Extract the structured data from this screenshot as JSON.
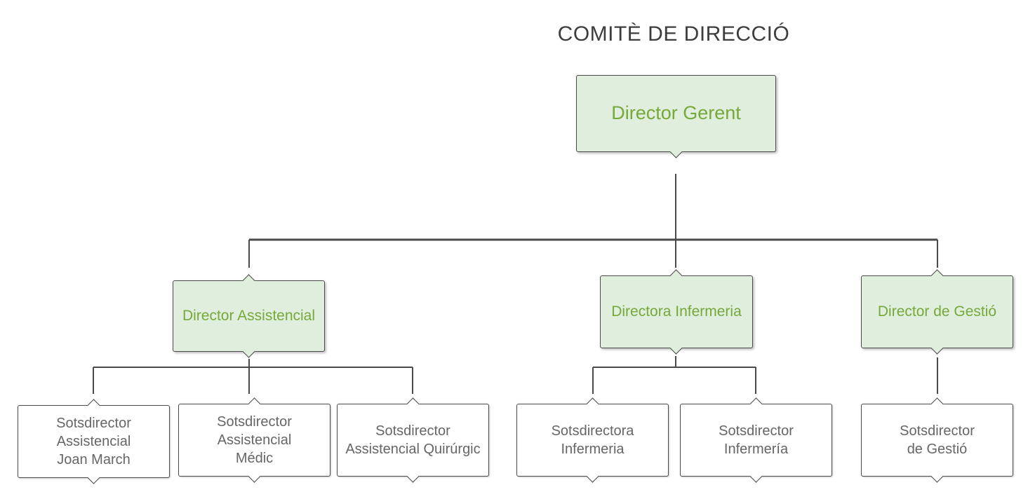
{
  "title": "COMITÈ DE DIRECCIÓ",
  "top": {
    "label": "Director Gerent"
  },
  "directors": [
    {
      "label": "Director Assistencial"
    },
    {
      "label": "Directora Infermeria"
    },
    {
      "label": "Director de Gestió"
    }
  ],
  "subdirectors": [
    {
      "label": "Sotsdirector\nAssistencial\nJoan March"
    },
    {
      "label": "Sotsdirector\nAssistencial\nMédic"
    },
    {
      "label": "Sotsdirector\nAssistencial Quirúrgic"
    },
    {
      "label": "Sotsdirectora\nInfermeria"
    },
    {
      "label": "Sotsdirector\nInfermería"
    },
    {
      "label": "Sotsdirector\nde Gestió"
    }
  ],
  "colors": {
    "green_fill": "#dfeedd",
    "green_text": "#76a83a",
    "line": "#4a4a4a",
    "gray_text": "#666666"
  }
}
